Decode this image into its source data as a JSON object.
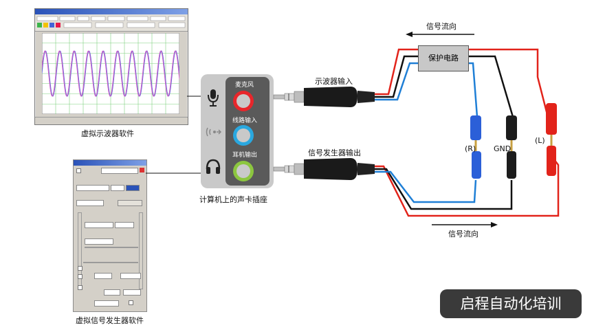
{
  "labels": {
    "osc_software": "虚拟示波器软件",
    "gen_software": "虚拟信号发生器软件",
    "soundcard": "计算机上的声卡插座",
    "osc_input": "示波器输入",
    "gen_output": "信号发生器输出",
    "signal_dir_top": "信号流向",
    "signal_dir_bottom": "信号流向",
    "protection_circuit": "保护电路",
    "clip_r": "(R)",
    "clip_gnd": "GND",
    "clip_l": "(L)"
  },
  "soundcard": {
    "mic_label": "麦克风",
    "linein_label": "线路输入",
    "headphone_label": "耳机输出",
    "mic_color": "#e8262b",
    "linein_color": "#2aa8e0",
    "headphone_color": "#8cc63f"
  },
  "wire_colors": {
    "red": "#e2231a",
    "black": "#111111",
    "blue": "#1f7fd6"
  },
  "watermark": "启程自动化培训"
}
